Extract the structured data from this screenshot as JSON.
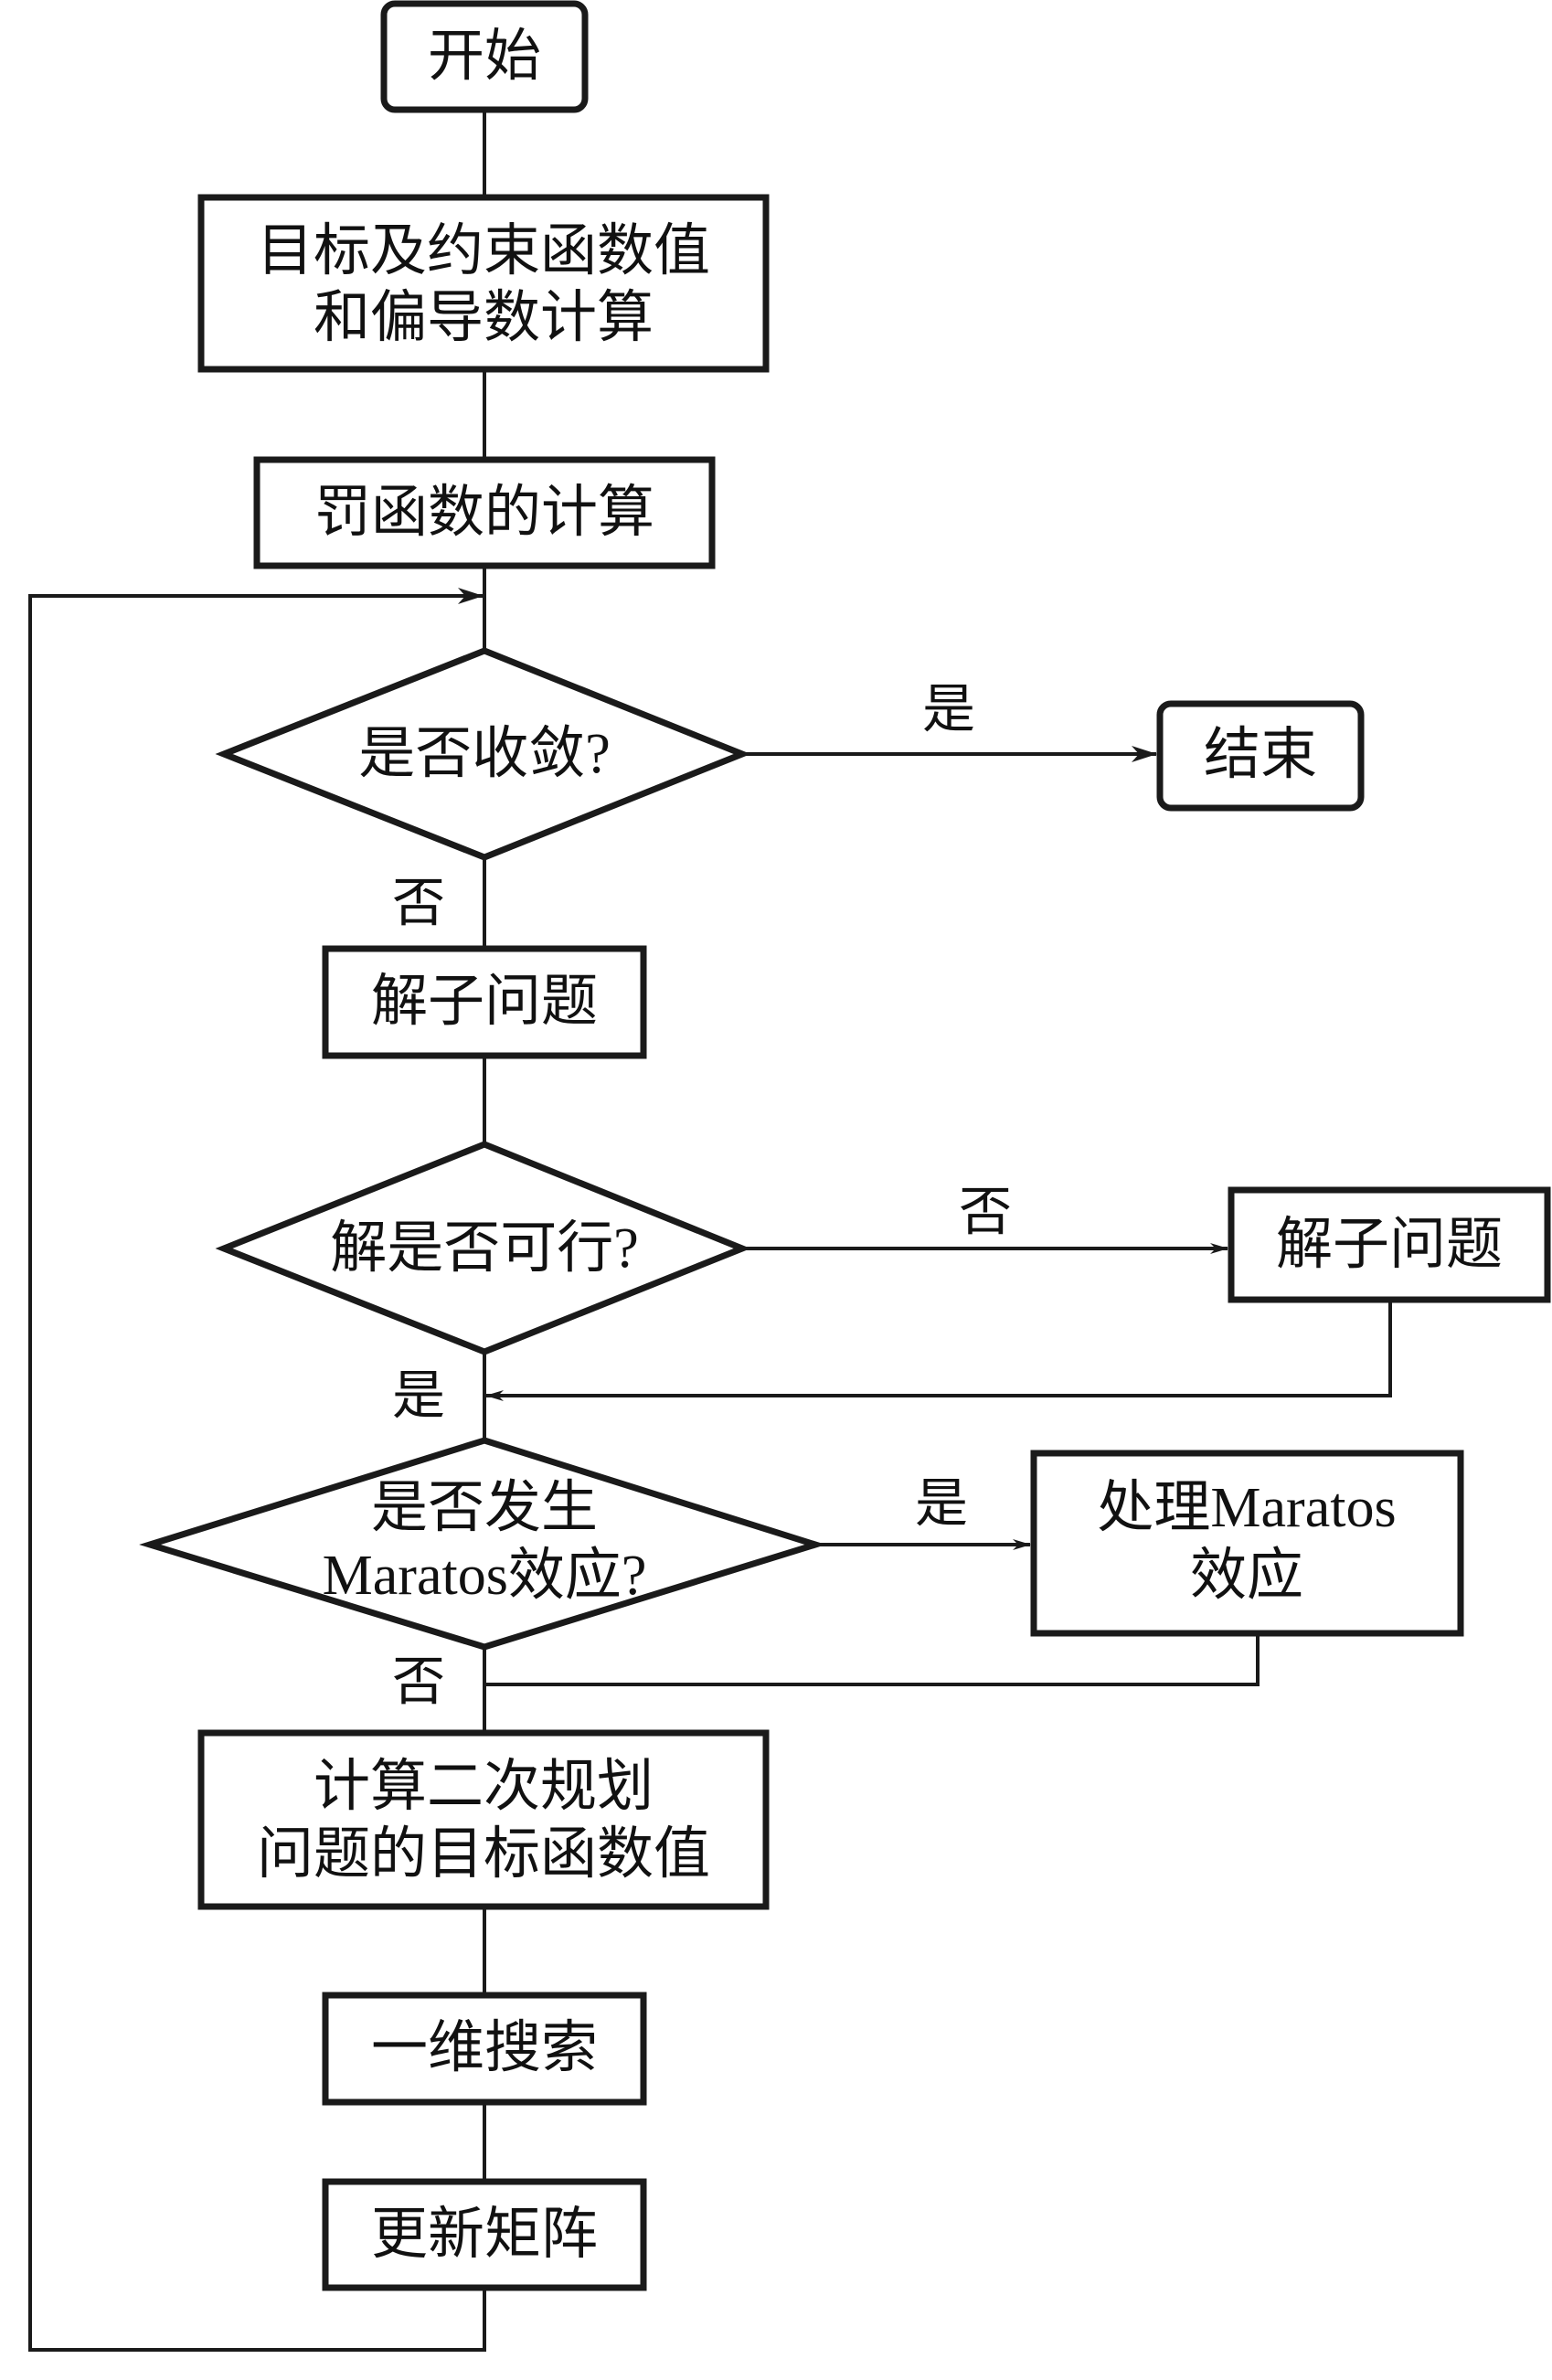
{
  "diagram": {
    "type": "flowchart",
    "nodes": {
      "start": {
        "kind": "terminal",
        "lines": [
          "开始"
        ]
      },
      "compute_derivs": {
        "kind": "process",
        "lines": [
          "目标及约束函数值",
          "和偏导数计算"
        ]
      },
      "penalty": {
        "kind": "process",
        "lines": [
          "罚函数的计算"
        ]
      },
      "converged": {
        "kind": "decision",
        "lines": [
          "是否收敛?"
        ]
      },
      "end": {
        "kind": "terminal",
        "lines": [
          "结束"
        ]
      },
      "solve_sub": {
        "kind": "process",
        "lines": [
          "解子问题"
        ]
      },
      "feasible": {
        "kind": "decision",
        "lines": [
          "解是否可行?"
        ]
      },
      "solve_sub_alt": {
        "kind": "process",
        "lines": [
          "解子问题"
        ]
      },
      "maratos_check": {
        "kind": "decision",
        "lines": [
          "是否发生",
          "Maratos效应?"
        ]
      },
      "maratos_handle": {
        "kind": "process",
        "lines": [
          "处理Maratos",
          "效应"
        ]
      },
      "qp_objective": {
        "kind": "process",
        "lines": [
          "计算二次规划",
          "问题的目标函数值"
        ]
      },
      "line_search": {
        "kind": "process",
        "lines": [
          "一维搜索"
        ]
      },
      "update_matrix": {
        "kind": "process",
        "lines": [
          "更新矩阵"
        ]
      }
    },
    "edges": [
      {
        "from": "start",
        "to": "compute_derivs",
        "label": ""
      },
      {
        "from": "compute_derivs",
        "to": "penalty",
        "label": ""
      },
      {
        "from": "penalty",
        "to": "converged",
        "label": ""
      },
      {
        "from": "converged",
        "to": "end",
        "label": "是"
      },
      {
        "from": "converged",
        "to": "solve_sub",
        "label": "否"
      },
      {
        "from": "solve_sub",
        "to": "feasible",
        "label": ""
      },
      {
        "from": "feasible",
        "to": "solve_sub_alt",
        "label": "否"
      },
      {
        "from": "solve_sub_alt",
        "to": "maratos_check",
        "label": ""
      },
      {
        "from": "feasible",
        "to": "maratos_check",
        "label": "是"
      },
      {
        "from": "maratos_check",
        "to": "maratos_handle",
        "label": "是"
      },
      {
        "from": "maratos_handle",
        "to": "qp_objective",
        "label": ""
      },
      {
        "from": "maratos_check",
        "to": "qp_objective",
        "label": "否"
      },
      {
        "from": "qp_objective",
        "to": "line_search",
        "label": ""
      },
      {
        "from": "line_search",
        "to": "update_matrix",
        "label": ""
      },
      {
        "from": "update_matrix",
        "to": "converged",
        "label": ""
      }
    ],
    "edge_labels": {
      "converged_yes": "是",
      "converged_no": "否",
      "feasible_no": "否",
      "feasible_yes": "是",
      "maratos_yes": "是",
      "maratos_no": "否"
    }
  }
}
